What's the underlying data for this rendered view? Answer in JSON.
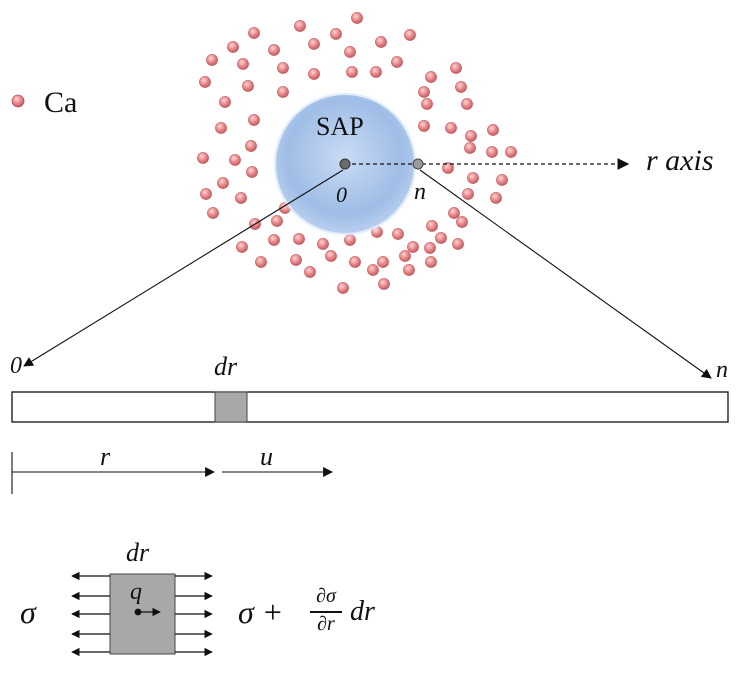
{
  "legend": {
    "label": "Ca"
  },
  "sap": {
    "label": "SAP"
  },
  "axis": {
    "label": "r axis"
  },
  "points": {
    "origin": "0",
    "end": "n"
  },
  "bar": {
    "origin": "0",
    "end": "n",
    "element": "dr",
    "r": "r",
    "u": "u"
  },
  "element": {
    "width_label": "dr",
    "flux": "q",
    "left_stress": "σ",
    "right_stress": "σ +",
    "frac_num": "∂σ",
    "frac_den": "∂r",
    "right_tail": "dr"
  },
  "colors": {
    "particle": "#e8888a",
    "particle_edge": "#c25c60",
    "sap_fill": "#a9c4ea",
    "element_fill": "#a8a8a8"
  },
  "icons": {
    "particle": "ca-particle-icon",
    "arrow": "arrow-icon"
  }
}
